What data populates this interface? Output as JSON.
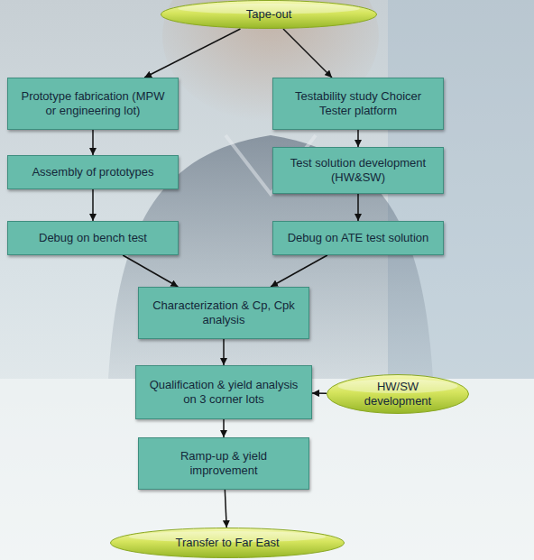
{
  "diagram": {
    "nodes": [
      {
        "text": [
          "Tape-out"
        ]
      },
      {
        "text": [
          "Prototype fabrication (MPW or engineering lot)"
        ]
      },
      {
        "text": [
          "Testability study Choicer Tester platform"
        ]
      },
      {
        "text": [
          "Assembly of prototypes"
        ]
      },
      {
        "text": [
          "Test solution development (HW&SW)"
        ]
      },
      {
        "text": [
          "Debug on bench test"
        ]
      },
      {
        "text": [
          "Debug on ATE test solution"
        ]
      },
      {
        "text": [
          "Characterization & Cp, Cpk analysis"
        ]
      },
      {
        "text": [
          "Qualification & yield analysis on 3 corner lots"
        ]
      },
      {
        "text": [
          "HW/SW development"
        ]
      },
      {
        "text": [
          "Ramp-up & yield improvement"
        ]
      },
      {
        "text": [
          "Transfer to Far East"
        ]
      }
    ],
    "edges": [
      {
        "from": 0,
        "to": 1,
        "arrow": "to"
      },
      {
        "from": 0,
        "to": 2,
        "arrow": "to"
      },
      {
        "from": 1,
        "to": 3,
        "arrow": "to"
      },
      {
        "from": 2,
        "to": 4,
        "arrow": "to"
      },
      {
        "from": 3,
        "to": 5,
        "arrow": "to"
      },
      {
        "from": 4,
        "to": 6,
        "arrow": "to"
      },
      {
        "from": 5,
        "to": 7,
        "arrow": "to"
      },
      {
        "from": 6,
        "to": 7,
        "arrow": "to"
      },
      {
        "from": 7,
        "to": 8,
        "arrow": "to"
      },
      {
        "from": 9,
        "to": 8,
        "arrow": "to"
      },
      {
        "from": 8,
        "to": 10,
        "arrow": "to"
      },
      {
        "from": 10,
        "to": 11,
        "arrow": "to"
      }
    ]
  }
}
